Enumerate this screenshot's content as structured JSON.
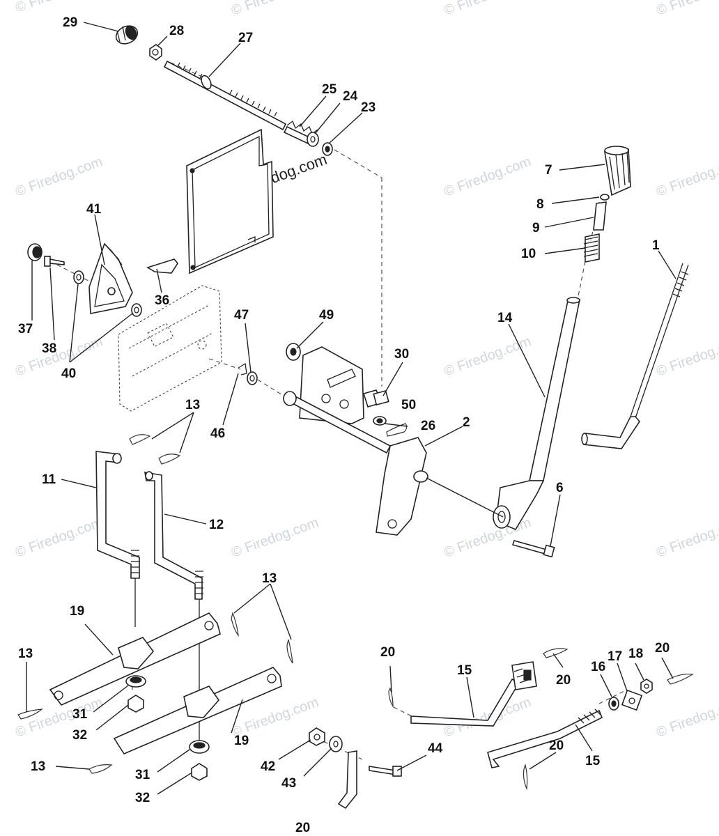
{
  "watermark": {
    "small": "© Firedog.com",
    "center": "© Firedog.com"
  },
  "callouts": {
    "c1": "1",
    "c2": "2",
    "c6": "6",
    "c7": "7",
    "c8": "8",
    "c9": "9",
    "c10": "10",
    "c11": "11",
    "c12": "12",
    "c13a": "13",
    "c13b": "13",
    "c13c": "13",
    "c13d": "13",
    "c14": "14",
    "c15a": "15",
    "c15b": "15",
    "c16": "16",
    "c17": "17",
    "c18": "18",
    "c19a": "19",
    "c19b": "19",
    "c20a": "20",
    "c20b": "20",
    "c20c": "20",
    "c20d": "20",
    "c20e": "20",
    "c23": "23",
    "c24": "24",
    "c25": "25",
    "c26": "26",
    "c27": "27",
    "c28": "28",
    "c29": "29",
    "c30": "30",
    "c31a": "31",
    "c31b": "31",
    "c32a": "32",
    "c32b": "32",
    "c36": "36",
    "c37": "37",
    "c38": "38",
    "c40": "40",
    "c41": "41",
    "c42": "42",
    "c43": "43",
    "c44": "44",
    "c46": "46",
    "c47": "47",
    "c49": "49",
    "c50": "50"
  }
}
